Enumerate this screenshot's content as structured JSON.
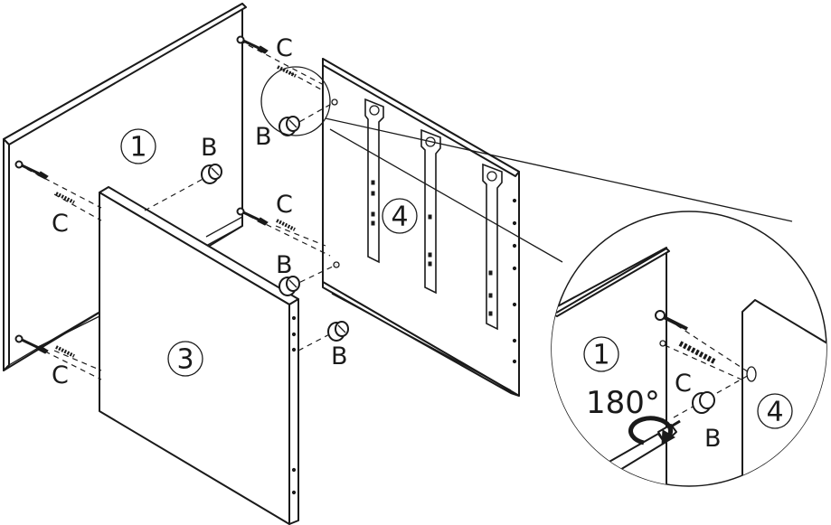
{
  "labels": {
    "panel_1": "1",
    "panel_3": "3",
    "panel_4": "4",
    "cam_lock": "B",
    "dowel": "C",
    "rotation": "180°"
  },
  "icons": [
    "cam-lock-icon",
    "dowel-icon",
    "screwdriver-icon",
    "rotate-arrow-icon"
  ]
}
